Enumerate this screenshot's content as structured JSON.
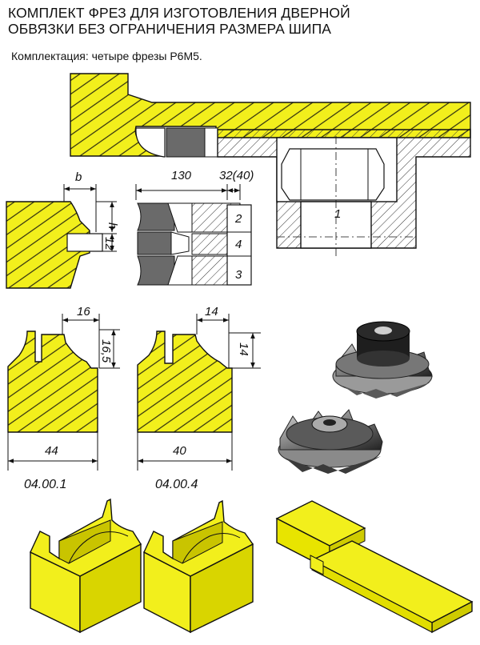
{
  "header": {
    "title_line1": "КОМПЛЕКТ ФРЕЗ ДЛЯ ИЗГОТОВЛЕНИЯ ДВЕРНОЙ",
    "title_line2": "ОБВЯЗКИ БЕЗ ОГРАНИЧЕНИЯ РАЗМЕРА ШИПА",
    "subtitle": "Комплектация: четыре фрезы Р6М5."
  },
  "colors": {
    "wood_yellow": "#f2ef1c",
    "grain_line": "#2a2a10",
    "cutter_gray": "#6a6a6a",
    "outline": "#111111"
  },
  "assembly": {
    "dim_b": "b",
    "dim_130": "130",
    "dim_32_40": "32(40)",
    "dim_h": "h",
    "dim_12": "12",
    "part_1": "1",
    "part_2": "2",
    "part_3": "3",
    "part_4": "4"
  },
  "profiles": [
    {
      "code": "04.00.1",
      "top_width": "16",
      "height": "16,5",
      "bottom_width": "44"
    },
    {
      "code": "04.00.4",
      "top_width": "14",
      "height": "14",
      "bottom_width": "40"
    }
  ]
}
